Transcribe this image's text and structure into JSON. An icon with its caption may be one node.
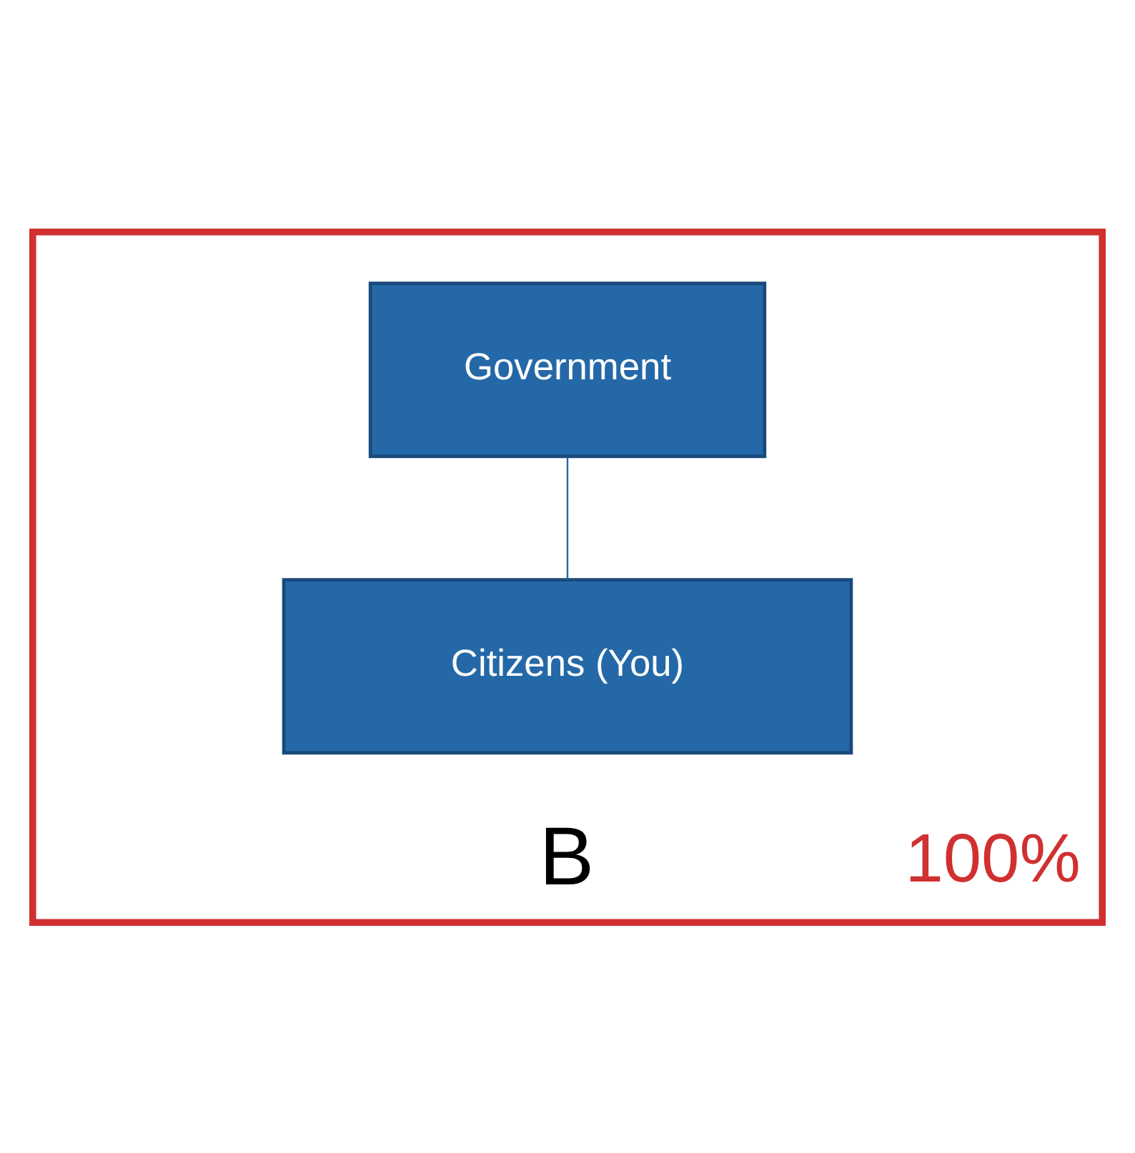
{
  "diagram": {
    "nodes": [
      {
        "text": [
          "B",
          "100%"
        ]
      },
      {
        "text": [
          "Government"
        ],
        "in": 0
      },
      {
        "text": [
          "Citizens (You)"
        ],
        "in": 0
      }
    ],
    "edges": [
      {
        "from": 1,
        "to": 2,
        "arrow": "none"
      }
    ]
  }
}
